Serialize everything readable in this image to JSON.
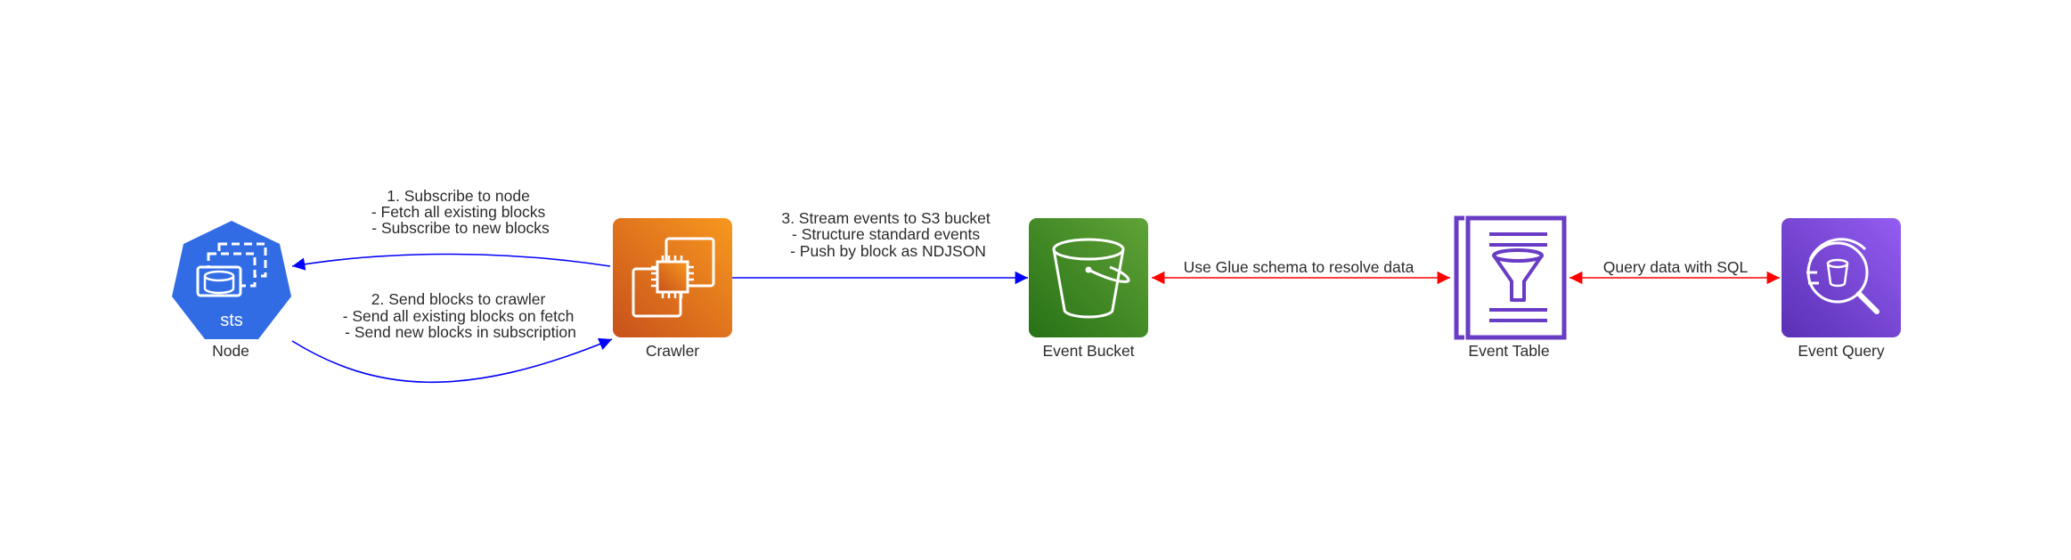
{
  "nodes": {
    "node": {
      "label": "Node",
      "badge": "sts",
      "color": "#326ce5"
    },
    "crawler": {
      "label": "Crawler",
      "color_top": "#f7981f",
      "color_bottom": "#c8511b"
    },
    "event_bucket": {
      "label": "Event Bucket",
      "color_top": "#60a337",
      "color_bottom": "#277116"
    },
    "event_table": {
      "label": "Event Table",
      "color": "#693cc5"
    },
    "event_query": {
      "label": "Event Query",
      "color_top": "#945df2",
      "color_bottom": "#5a30b5"
    }
  },
  "edges": {
    "subscribe": {
      "lines": [
        "1. Subscribe to node",
        "- Fetch all existing blocks",
        "- Subscribe to new blocks"
      ],
      "color": "#0000ff"
    },
    "send_blocks": {
      "lines": [
        "2. Send blocks to crawler",
        "- Send all existing blocks on fetch",
        "- Send new blocks in subscription"
      ],
      "color": "#0000ff"
    },
    "stream": {
      "lines": [
        "3. Stream events to S3 bucket",
        "- Structure standard events",
        "- Push by block as NDJSON"
      ],
      "color": "#0000ff"
    },
    "glue": {
      "lines": [
        "Use Glue schema to resolve data"
      ],
      "color": "#ff0000"
    },
    "query": {
      "lines": [
        "Query data with SQL"
      ],
      "color": "#ff0000"
    }
  }
}
